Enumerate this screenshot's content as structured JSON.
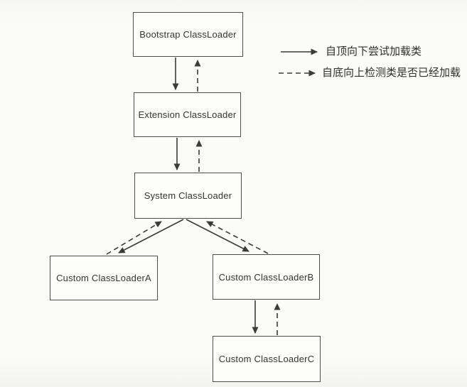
{
  "diagram": {
    "title_implicit": "ClassLoader delegation hierarchy",
    "nodes": [
      {
        "id": "bootstrap",
        "label": "Bootstrap ClassLoader"
      },
      {
        "id": "extension",
        "label": "Extension ClassLoader"
      },
      {
        "id": "system",
        "label": "System ClassLoader"
      },
      {
        "id": "customA",
        "label": "Custom ClassLoaderA"
      },
      {
        "id": "customB",
        "label": "Custom ClassLoaderB"
      },
      {
        "id": "customC",
        "label": "Custom ClassLoaderC"
      }
    ],
    "edges": [
      {
        "from": "bootstrap",
        "to": "extension",
        "style": "solid"
      },
      {
        "from": "extension",
        "to": "bootstrap",
        "style": "dashed"
      },
      {
        "from": "extension",
        "to": "system",
        "style": "solid"
      },
      {
        "from": "system",
        "to": "extension",
        "style": "dashed"
      },
      {
        "from": "system",
        "to": "customA",
        "style": "solid"
      },
      {
        "from": "customA",
        "to": "system",
        "style": "dashed"
      },
      {
        "from": "system",
        "to": "customB",
        "style": "solid"
      },
      {
        "from": "customB",
        "to": "system",
        "style": "dashed"
      },
      {
        "from": "customB",
        "to": "customC",
        "style": "solid"
      },
      {
        "from": "customC",
        "to": "customB",
        "style": "dashed"
      }
    ],
    "legend": [
      {
        "style": "solid",
        "label": "自顶向下尝试加载类"
      },
      {
        "style": "dashed",
        "label": "自底向上检测类是否已经加载"
      }
    ],
    "colors": {
      "line": "#3b3b3b",
      "box_border": "#4d4d4d",
      "box_fill": "#fdfdfc",
      "text": "#333333",
      "background": "#fbfbf9"
    }
  }
}
